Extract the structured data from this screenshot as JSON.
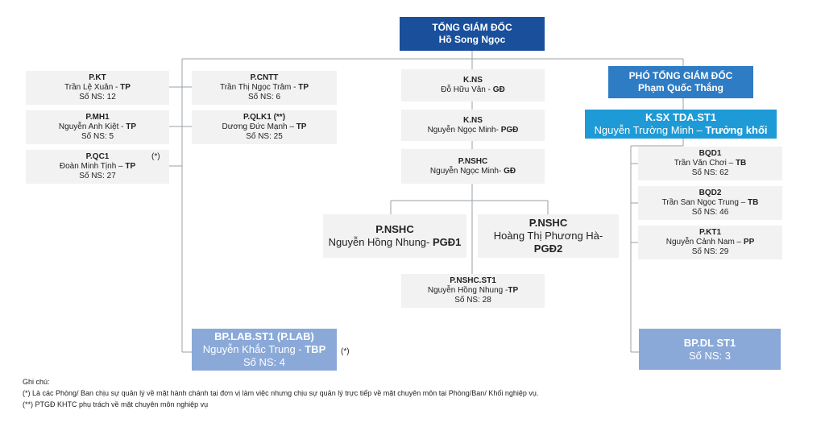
{
  "ceo": {
    "title": "TỔNG GIÁM ĐỐC",
    "name": "Hồ Song Ngọc"
  },
  "left_col1": [
    {
      "code": "P.KT",
      "name": "Trần Lệ Xuân - ",
      "role": "TP",
      "staff": "Số NS: 12"
    },
    {
      "code": "P.MH1",
      "name": "Nguyễn Anh Kiệt - ",
      "role": "TP",
      "staff": "Số NS: 5"
    },
    {
      "code": "P.QC1",
      "name": "Đoàn Minh Tịnh – ",
      "role": "TP",
      "staff": "Số NS: 27",
      "mark": "(*)"
    }
  ],
  "left_col2": [
    {
      "code": "P.CNTT",
      "name": "Trần Thị Ngọc Trâm - ",
      "role": "TP",
      "staff": "Số NS: 6"
    },
    {
      "code": "P.QLK1 (**)",
      "name": "Dương Đức Mạnh – ",
      "role": "TP",
      "staff": "Số NS: 25"
    }
  ],
  "lab": {
    "code": "BP.LAB.ST1 (P.LAB)",
    "name": "Nguyễn Khắc Trung - ",
    "role": "TBP",
    "staff": "Số NS: 4",
    "mark": "(*)"
  },
  "center": [
    {
      "code": "K.NS",
      "name": "Đỗ Hữu Vân - ",
      "role": "GĐ"
    },
    {
      "code": "K.NS",
      "name": "Nguyễn Ngọc Minh- ",
      "role": "PGĐ"
    },
    {
      "code": "P.NSHC",
      "name": "Nguyễn Ngọc Minh- ",
      "role": "GĐ"
    }
  ],
  "nshc_left": {
    "code": "P.NSHC",
    "name": "Nguyễn Hồng Nhung- ",
    "role": "PGĐ1"
  },
  "nshc_right": {
    "code": "P.NSHC",
    "name": "Hoàng Thị Phương Hà-",
    "role": "PGĐ2"
  },
  "nshc_st1": {
    "code": "P.NSHC.ST1",
    "name": "Nguyễn Hồng Nhung -",
    "role": "TP",
    "staff": "Số NS: 28"
  },
  "deputy": {
    "title": "PHÓ TỔNG GIÁM ĐỐC",
    "name": "Phạm Quốc Thắng"
  },
  "ksx": {
    "code": "K.SX TDA.ST1",
    "name": "Nguyễn Trường Minh – ",
    "role": "Trưởng khối"
  },
  "right_units": [
    {
      "code": "BQD1",
      "name": "Trần Văn Chơi – ",
      "role": "TB",
      "staff": "Số NS: 62"
    },
    {
      "code": "BQD2",
      "name": "Trần San Ngọc Trung – ",
      "role": "TB",
      "staff": "Số NS: 46"
    },
    {
      "code": "P.KT1",
      "name": "Nguyễn Cảnh Nam – ",
      "role": "PP",
      "staff": "Số NS: 29"
    }
  ],
  "bpdl": {
    "code": "BP.DL ST1",
    "staff": "Số NS: 3"
  },
  "notes": {
    "heading": "Ghi chú:",
    "line1": "(*) Là các Phòng/ Ban chịu sự quản lý về mặt hành chánh tại đơn vị làm việc nhưng chịu sự quản lý trực tiếp về mặt chuyên môn tại Phòng/Ban/ Khối nghiệp vụ.",
    "line2": "(**) PTGĐ KHTC phụ trách về mặt chuyên môn nghiệp vụ"
  }
}
